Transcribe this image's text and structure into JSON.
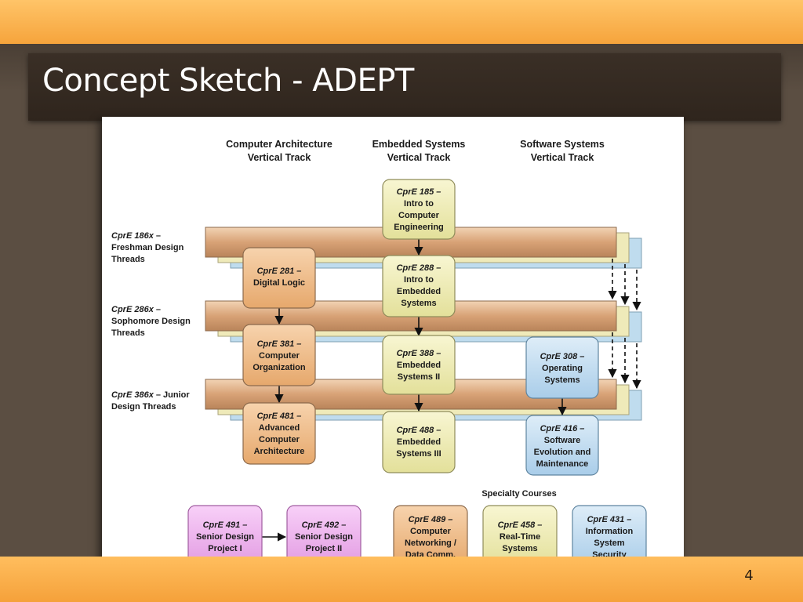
{
  "slide": {
    "title": "Concept Sketch - ADEPT",
    "page_number": "4"
  },
  "diagram": {
    "headers": [
      [
        "Computer Architecture",
        "Vertical Track"
      ],
      [
        "Embedded Systems",
        "Vertical Track"
      ],
      [
        "Software Systems",
        "Vertical Track"
      ]
    ],
    "threads": [
      {
        "italic": "CprE 186x",
        "rest": " –",
        "lines": [
          "Freshman Design",
          "Threads"
        ]
      },
      {
        "italic": "CprE 286x",
        "rest": " –",
        "lines": [
          "Sophomore Design",
          "Threads"
        ]
      },
      {
        "italic": "CprE 386x",
        "rest": " – Junior",
        "lines": [
          "Design Threads"
        ]
      }
    ],
    "courses": {
      "c185": {
        "code": "CprE 185 –",
        "lines": [
          "Intro to",
          "Computer",
          "Engineering"
        ]
      },
      "c281": {
        "code": "CprE 281 –",
        "lines": [
          "Digital Logic"
        ]
      },
      "c288": {
        "code": "CprE 288 –",
        "lines": [
          "Intro to",
          "Embedded",
          "Systems"
        ]
      },
      "c381": {
        "code": "CprE 381 –",
        "lines": [
          "Computer",
          "Organization"
        ]
      },
      "c388": {
        "code": "CprE 388 –",
        "lines": [
          "Embedded",
          "Systems II"
        ]
      },
      "c308": {
        "code": "CprE 308 –",
        "lines": [
          "Operating",
          "Systems"
        ]
      },
      "c481": {
        "code": "CprE 481 –",
        "lines": [
          "Advanced",
          "Computer",
          "Architecture"
        ]
      },
      "c488": {
        "code": "CprE 488 –",
        "lines": [
          "Embedded",
          "Systems III"
        ]
      },
      "c416": {
        "code": "CprE 416 –",
        "lines": [
          "Software",
          "Evolution and",
          "Maintenance"
        ]
      }
    },
    "specialty_label": "Specialty Courses",
    "specialty": {
      "c491": {
        "code": "CprE 491 –",
        "lines": [
          "Senior Design",
          "Project I"
        ]
      },
      "c492": {
        "code": "CprE 492 –",
        "lines": [
          "Senior Design",
          "Project II"
        ]
      },
      "c489": {
        "code": "CprE 489 –",
        "lines": [
          "Computer",
          "Networking /",
          "Data Comm."
        ]
      },
      "c458": {
        "code": "CprE 458 –",
        "lines": [
          "Real-Time",
          "Systems"
        ]
      },
      "c431": {
        "code": "CprE 431 –",
        "lines": [
          "Information",
          "System",
          "Security"
        ]
      }
    },
    "colors": {
      "orange_box": "#f2c08c",
      "yellow_box": "#f1f0b8",
      "blue_box": "#c5dff2",
      "pink_box": "#f0b0f0",
      "thread_bar": "#d9a77a",
      "thread_yellow": "#efeab9",
      "thread_blue": "#bfdcee"
    }
  }
}
